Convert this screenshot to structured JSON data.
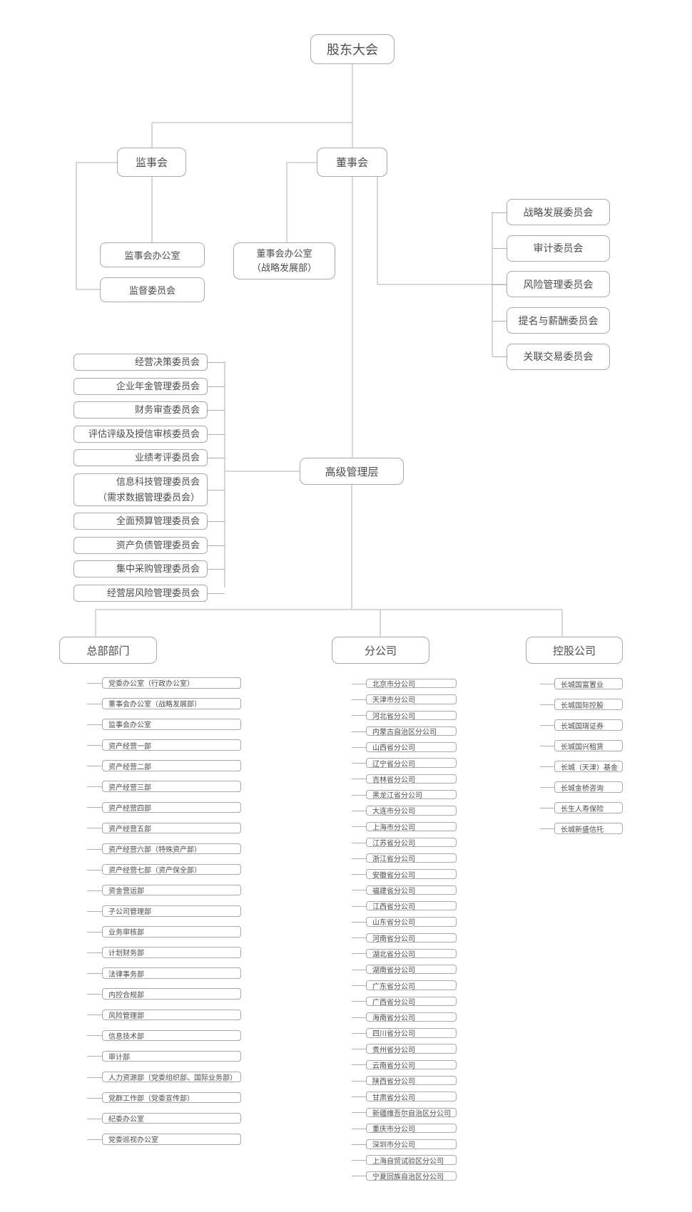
{
  "org": {
    "root": "股东大会",
    "supervisory": {
      "label": "监事会",
      "office": "监事会办公室",
      "committee": "监督委员会"
    },
    "board": {
      "label": "董事会",
      "office": "董事会办公室\n（战略发展部）",
      "committees": [
        "战略发展委员会",
        "审计委员会",
        "风险管理委员会",
        "提名与薪酬委员会",
        "关联交易委员会"
      ]
    },
    "senior": {
      "label": "高级管理层",
      "committees": [
        "经营决策委员会",
        "企业年金管理委员会",
        "财务审查委员会",
        "评估评级及授信审核委员会",
        "业绩考评委员会",
        "信息科技管理委员会\n（需求数据管理委员会）",
        "全面预算管理委员会",
        "资产负债管理委员会",
        "集中采购管理委员会",
        "经营层风险管理委员会"
      ]
    },
    "hq": {
      "label": "总部部门",
      "items": [
        "党委办公室（行政办公室）",
        "董事会办公室（战略发展部）",
        "监事会办公室",
        "资产经营一部",
        "资产经营二部",
        "资产经营三部",
        "资产经营四部",
        "资产经营五部",
        "资产经营六部（特殊资产部）",
        "资产经营七部（资产保全部）",
        "资金营运部",
        "子公司管理部",
        "业务审核部",
        "计划财务部",
        "法律事务部",
        "内控合规部",
        "风险管理部",
        "信息技术部",
        "审计部",
        "人力资源部（党委组织部、国际业务部）",
        "党群工作部（党委宣传部）",
        "纪委办公室",
        "党委巡视办公室"
      ]
    },
    "branches": {
      "label": "分公司",
      "items": [
        "北京市分公司",
        "天津市分公司",
        "河北省分公司",
        "内蒙古自治区分公司",
        "山西省分公司",
        "辽宁省分公司",
        "吉林省分公司",
        "黑龙江省分公司",
        "大连市分公司",
        "上海市分公司",
        "江苏省分公司",
        "浙江省分公司",
        "安徽省分公司",
        "福建省分公司",
        "江西省分公司",
        "山东省分公司",
        "河南省分公司",
        "湖北省分公司",
        "湖南省分公司",
        "广东省分公司",
        "广西省分公司",
        "海南省分公司",
        "四川省分公司",
        "贵州省分公司",
        "云南省分公司",
        "陕西省分公司",
        "甘肃省分公司",
        "新疆维吾尔自治区分公司",
        "重庆市分公司",
        "深圳市分公司",
        "上海自贸试验区分公司",
        "宁夏回族自治区分公司"
      ]
    },
    "holdings": {
      "label": "控股公司",
      "items": [
        "长城国富置业",
        "长城国际控股",
        "长城国瑞证券",
        "长城国兴租赁",
        "长城（天津）基金",
        "长城金桥咨询",
        "长生人寿保险",
        "长城新盛信托"
      ]
    }
  },
  "colors": {
    "background": "#ffffff",
    "box_border": "#a9a9a9",
    "connector_line": "#b0b0b0",
    "text": "#4d4d4d"
  }
}
